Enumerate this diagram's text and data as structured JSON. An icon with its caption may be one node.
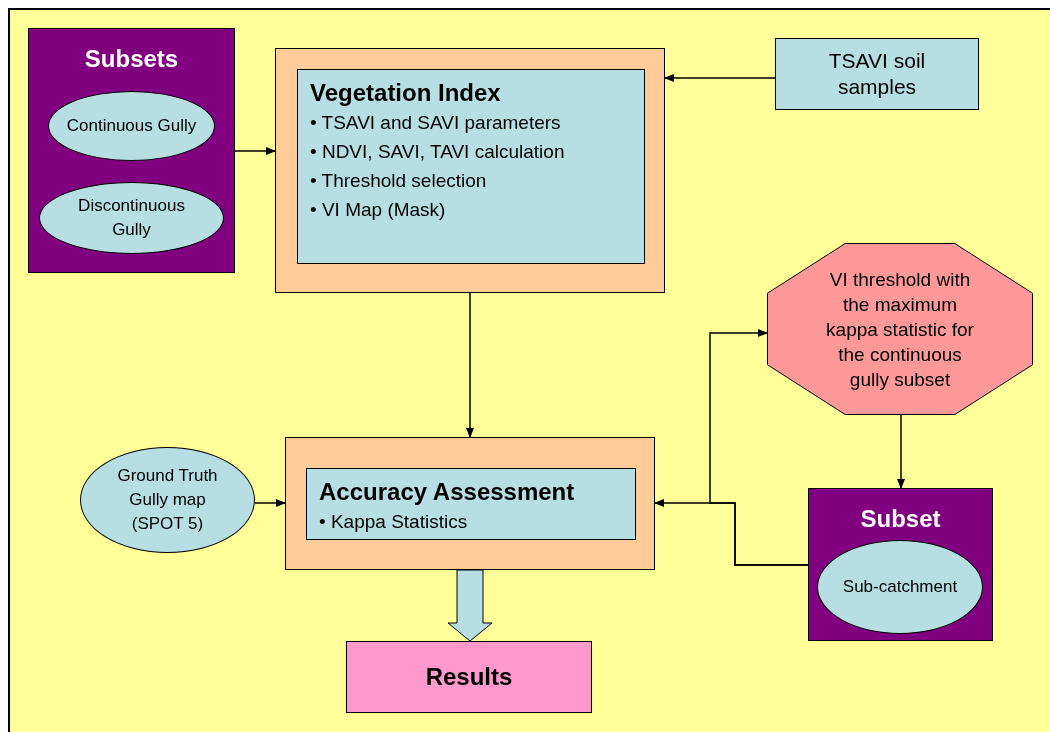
{
  "diagram": {
    "nodes": [
      {
        "text": [
          "Subsets"
        ]
      },
      {
        "text": [
          "Continuous Gully"
        ],
        "in": 0
      },
      {
        "text": [
          "Discontinuous Gully"
        ],
        "in": 0
      },
      {
        "text": [],
        "shape": "box"
      },
      {
        "text": [
          "Vegetation Index",
          "• TSAVI and SAVI parameters",
          "• NDVI, SAVI, TAVI calculation",
          "• Threshold selection",
          "• VI Map (Mask)"
        ],
        "in": 3
      },
      {
        "text": [
          "TSAVI soil samples"
        ]
      },
      {
        "text": [
          "VI threshold with the maximum kappa statistic for the continuous gully subset"
        ]
      },
      {
        "text": [
          "Ground Truth Gully map (SPOT 5)"
        ]
      },
      {
        "text": [],
        "shape": "box"
      },
      {
        "text": [
          "Accuracy Assessment",
          "• Kappa Statistics"
        ],
        "in": 8
      },
      {
        "text": [
          "Subset"
        ]
      },
      {
        "text": [
          "Sub-catchment"
        ],
        "in": 10
      },
      {
        "text": [
          "Results"
        ]
      }
    ],
    "edges": [
      {
        "from": 0,
        "to": 3,
        "arrow": "to"
      },
      {
        "from": 5,
        "to": 3,
        "arrow": "to"
      },
      {
        "from": 3,
        "to": 8,
        "arrow": "to"
      },
      {
        "from": 7,
        "to": 8,
        "arrow": "to"
      },
      {
        "from": 10,
        "to": 8,
        "arrow": "to"
      },
      {
        "from": 10,
        "to": 6,
        "arrow": "to"
      },
      {
        "from": 6,
        "to": 10,
        "arrow": "to"
      },
      {
        "from": 8,
        "to": 12,
        "arrow": "to",
        "style": "thick"
      }
    ]
  }
}
